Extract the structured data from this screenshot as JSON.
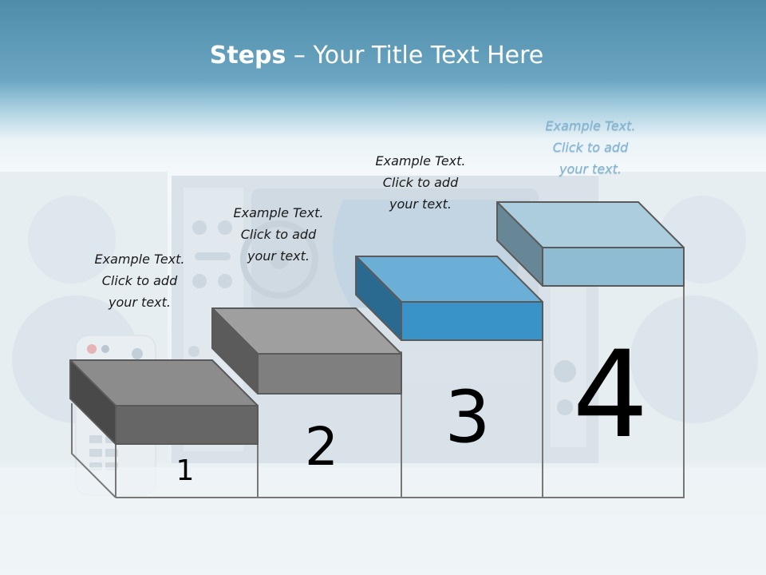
{
  "title": {
    "bold": "Steps",
    "rest": " – Your Title Text Here"
  },
  "steps": [
    {
      "number": "1",
      "text": [
        "Example Text.",
        "Click  to add",
        "your text."
      ],
      "color": "#666666"
    },
    {
      "number": "2",
      "text": [
        "Example Text.",
        "Click  to add",
        "your text."
      ],
      "color": "#7f7f7f"
    },
    {
      "number": "3",
      "text": [
        "Example Text.",
        "Click  to add",
        "your text."
      ],
      "color": "#3a93c8"
    },
    {
      "number": "4",
      "text": [
        "Example Text.",
        "Click  to add",
        "your text."
      ],
      "color": "#8fbcd2"
    }
  ]
}
